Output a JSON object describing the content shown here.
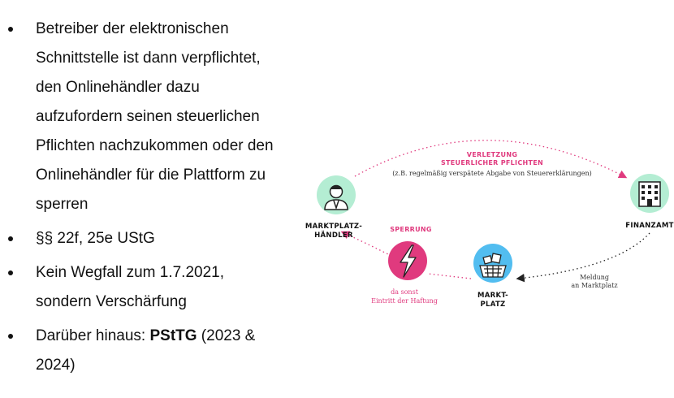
{
  "bullets": [
    {
      "lines": [
        "Betreiber der elektronischen",
        "Schnittstelle ist dann verpflichtet,",
        "den Onlinehändler dazu",
        "aufzufordern seinen steuerlichen",
        "Pflichten nachzukommen oder den",
        "Onlinehändler für die Plattform zu",
        "sperren"
      ]
    },
    {
      "lines": [
        "§§ 22f, 25e UStG"
      ]
    },
    {
      "lines": [
        "Kein Wegfall zum 1.7.2021,",
        "sondern Verschärfung"
      ]
    },
    {
      "prefix": "Darüber hinaus: ",
      "bold": "PStTG",
      "suffix": " (2023 &",
      "line2": "2024)"
    }
  ],
  "diagram": {
    "verletzung_line1": "VERLETZUNG",
    "verletzung_line2": "STEUERLICHER PFLICHTEN",
    "verletzung_example": "(z.B. regelmäßig verspätete Abgabe von Steuererklärungen)",
    "haendler_line1": "MARKTPLATZ-",
    "haendler_line2": "HÄNDLER",
    "finanzamt": "FINANZAMT",
    "meldung_line1": "Meldung",
    "meldung_line2": "an Marktplatz",
    "marktplatz_line1": "MARKT-",
    "marktplatz_line2": "PLATZ",
    "sperrung": "SPERRUNG",
    "haftung_line1": "da sonst",
    "haftung_line2": "Eintritt der Haftung",
    "colors": {
      "pink": "#e03a7e",
      "green": "#b4edd3",
      "blue": "#52bdf0",
      "dark": "#222222"
    }
  }
}
